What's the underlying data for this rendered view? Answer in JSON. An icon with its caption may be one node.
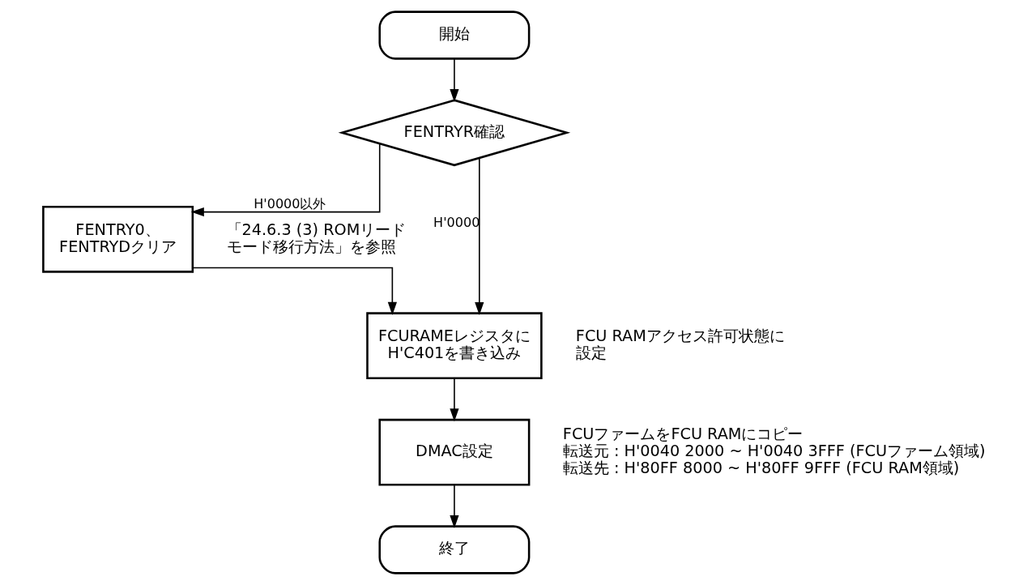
{
  "diagram": {
    "nodes": [
      {
        "text": [
          "開始"
        ]
      },
      {
        "text": [
          "FENTRYR確認"
        ]
      },
      {
        "text": [
          "FENTRY0、FENTRYDクリア"
        ],
        "beside": [
          "「24.6.3 (3) ROMリードモード移行方法」を参照"
        ]
      },
      {
        "text": [
          "FCURAMEレジスタにH'C401を書き込み"
        ],
        "beside": [
          "FCU RAMアクセス許可状態に設定"
        ]
      },
      {
        "text": [
          "DMAC設定"
        ],
        "beside": [
          "FCUファームをFCU RAMにコピー",
          "転送元 : H'0040 2000 ~ H'0040 3FFF (FCUファーム領域)",
          "転送先 : H'80FF 8000 ~ H'80FF 9FFF (FCU RAM領域)"
        ]
      },
      {
        "text": [
          "終了"
        ]
      }
    ],
    "edges": [
      {
        "from": 0,
        "to": 1,
        "arrow": "to"
      },
      {
        "from": 1,
        "to": 2,
        "arrow": "to",
        "label": "H'0000以外"
      },
      {
        "from": 1,
        "to": 3,
        "arrow": "to",
        "label": "H'0000"
      },
      {
        "from": 2,
        "to": 3,
        "arrow": "to"
      },
      {
        "from": 3,
        "to": 4,
        "arrow": "to"
      },
      {
        "from": 4,
        "to": 5,
        "arrow": "to"
      }
    ]
  }
}
